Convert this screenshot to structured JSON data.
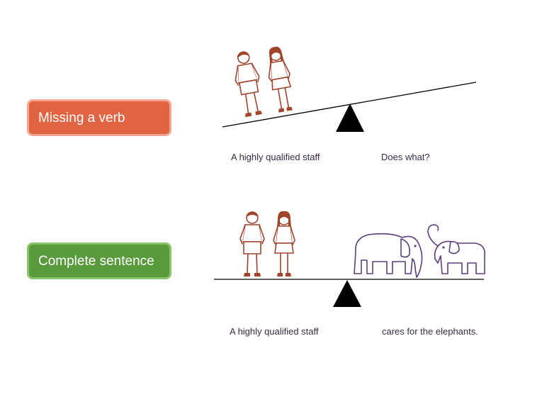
{
  "labels": {
    "incomplete": "Missing a verb",
    "complete": "Complete sentence"
  },
  "top_scale": {
    "left_caption": "A highly qualified staff",
    "right_caption": "Does what?"
  },
  "bottom_scale": {
    "left_caption": "A highly qualified staff",
    "right_caption": "cares for the elephants."
  },
  "colors": {
    "incomplete_tag": "#e06441",
    "complete_tag": "#599a3c",
    "people": "#a0442c",
    "elephants": "#5b3e7a",
    "caption_text": "#3b2a45"
  },
  "icons": [
    "staff-figure-icon",
    "elephant-icon",
    "fulcrum-triangle-icon"
  ]
}
